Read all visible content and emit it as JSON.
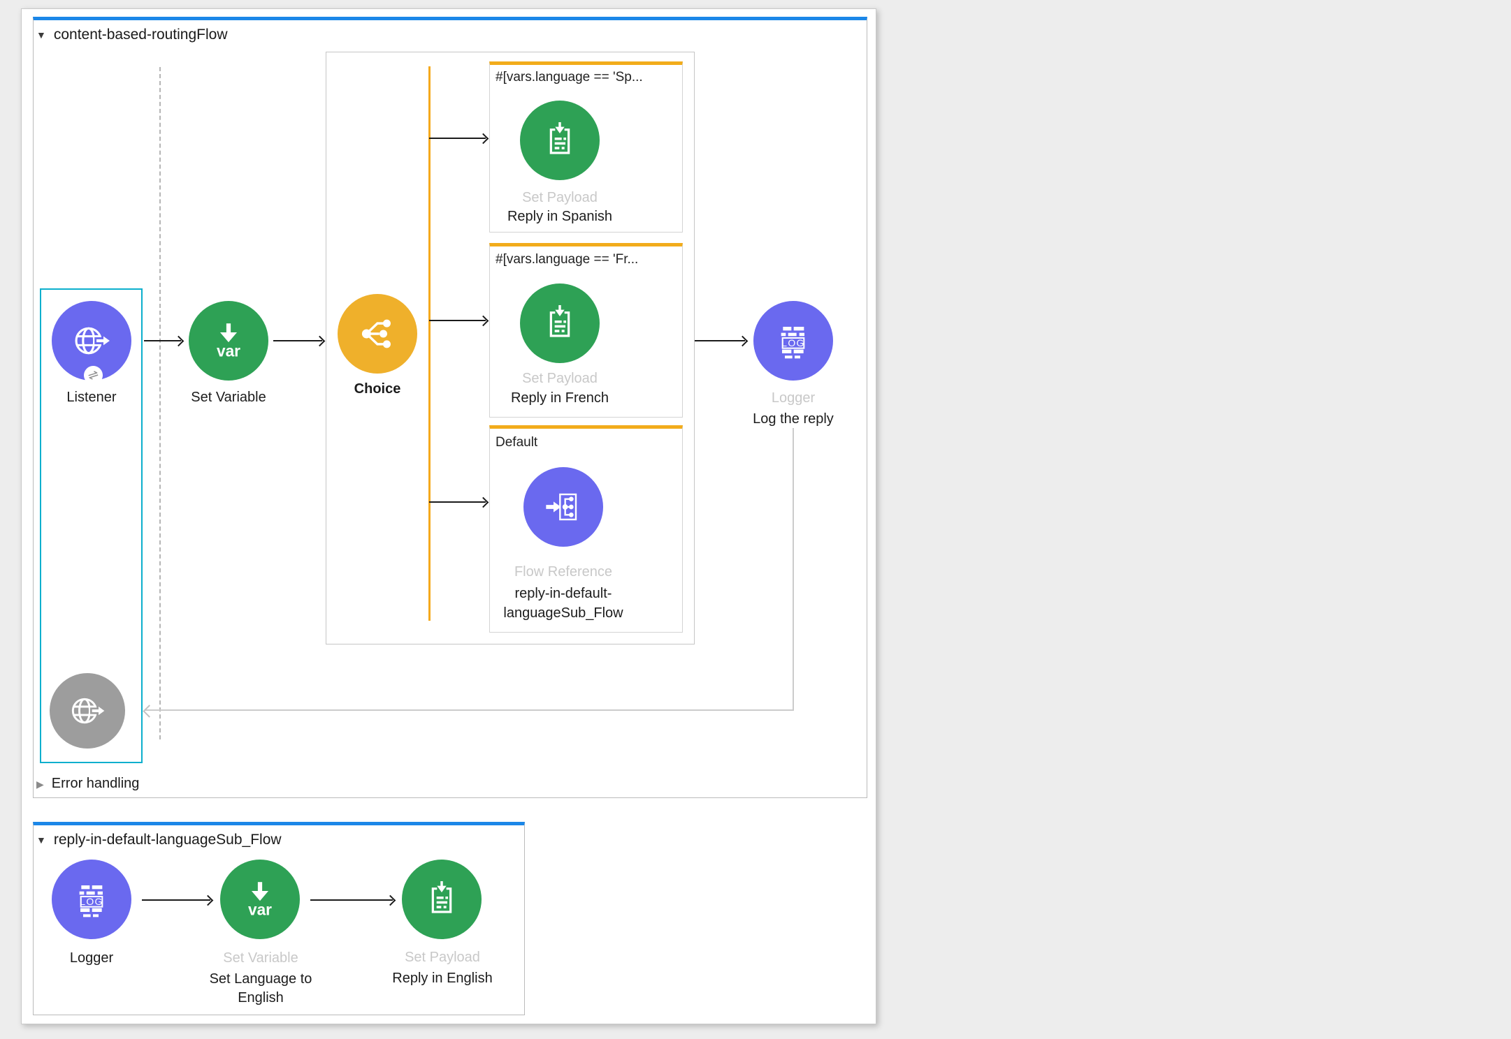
{
  "flow1": {
    "title": "content-based-routingFlow",
    "listener_label": "Listener",
    "set_variable_label": "Set Variable",
    "choice_label": "Choice",
    "branches": [
      {
        "condition": "#[vars.language == 'Sp...",
        "component_type": "Set Payload",
        "component_name": "Reply in Spanish"
      },
      {
        "condition": "#[vars.language == 'Fr...",
        "component_type": "Set Payload",
        "component_name": "Reply in French"
      },
      {
        "condition": "Default",
        "component_type": "Flow Reference",
        "component_name_line1": "reply-in-default-",
        "component_name_line2": "languageSub_Flow"
      }
    ],
    "logger_type": "Logger",
    "logger_name": "Log the reply",
    "error_handling_label": "Error handling"
  },
  "flow2": {
    "title": "reply-in-default-languageSub_Flow",
    "logger_label": "Logger",
    "set_variable_type": "Set Variable",
    "set_variable_name_line1": "Set Language to",
    "set_variable_name_line2": "English",
    "set_payload_type": "Set Payload",
    "set_payload_name": "Reply in English"
  },
  "glyphs": {
    "collapse": "▼",
    "expand": "▶",
    "exchange_badge": "⇌",
    "var": "var",
    "log": "LOG"
  },
  "colors": {
    "flow_accent_blue": "#1b87e8",
    "selection_cyan": "#0cafcd",
    "connector_purple": "#6a69ef",
    "transform_green": "#2ea155",
    "router_amber": "#efb02b",
    "branch_accent_orange": "#f2ac1b",
    "disabled_gray": "#9d9d9d",
    "type_label_gray": "#c8c8c8"
  }
}
